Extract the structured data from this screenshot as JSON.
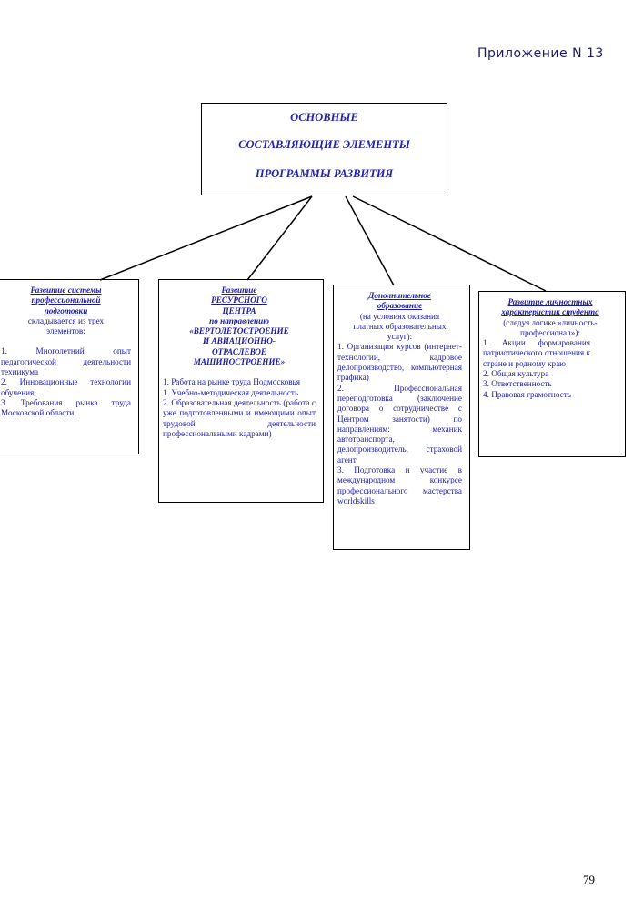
{
  "appendix": "Приложение N 13",
  "main": {
    "line1": "ОСНОВНЫЕ",
    "line2": "СОСТАВЛЯЮЩИЕ ЭЛЕМЕНТЫ",
    "line3": "ПРОГРАММЫ РАЗВИТИЯ"
  },
  "box1": {
    "head1": "Развитие системы",
    "head2": "профессиональной",
    "head3": "подготовки",
    "sub1": "складывается из трех",
    "sub2": "элементов:",
    "i1": "1. Многолетний опыт педагогической деятельности техникума",
    "i2": "2. Инновационные технологии обучения",
    "i3": "3. Требования рынка труда Московской области"
  },
  "box2": {
    "head1": "Развитие",
    "head2": "РЕСУРСНОГО",
    "head3": "ЦЕНТРА",
    "head4": "по направлению",
    "head5": "«ВЕРТОЛЕТОСТРОЕНИЕ",
    "head6": "И АВИАЦИОННО-",
    "head7": "ОТРАСЛЕВОЕ",
    "head8": "МАШИНОСТРОЕНИЕ»",
    "i1": "1. Работа на рынке труда Подмосковья",
    "i2": "1. Учебно-методическая деятельность",
    "i3": "2. Образовательная деятельность (работа с уже подготовленными и имеющими опыт трудовой деятельности профессиональными кадрами)"
  },
  "box3": {
    "head1": "Дополнительное",
    "head2": "образование",
    "sub1": "(на условиях оказания",
    "sub2": "платных образовательных",
    "sub3": "услуг):",
    "i1": "1. Организация курсов (интернет-технологии, кадровое делопроизводство, компьютерная графика)",
    "i2": "2. Профессиональная переподготовка (заключение договора о сотрудничестве с Центром занятости) по направлениям: механик автотранспорта, делопроизводитель, страховой агент",
    "i3": "3. Подготовка и участие в международном конкурсе профессионального мастерства worldskills"
  },
  "box4": {
    "head1": "Развитие личностных",
    "head2": "характеристик студента",
    "sub1": "(следуя логике «личность-",
    "sub2": "профессионал»):",
    "i1": "1. Акции формирования патриотического отношения к стране и родному краю",
    "i2": "2. Общая культура",
    "i3": "3. Ответственность",
    "i4": "4. Правовая грамотность"
  },
  "page_number": "79"
}
